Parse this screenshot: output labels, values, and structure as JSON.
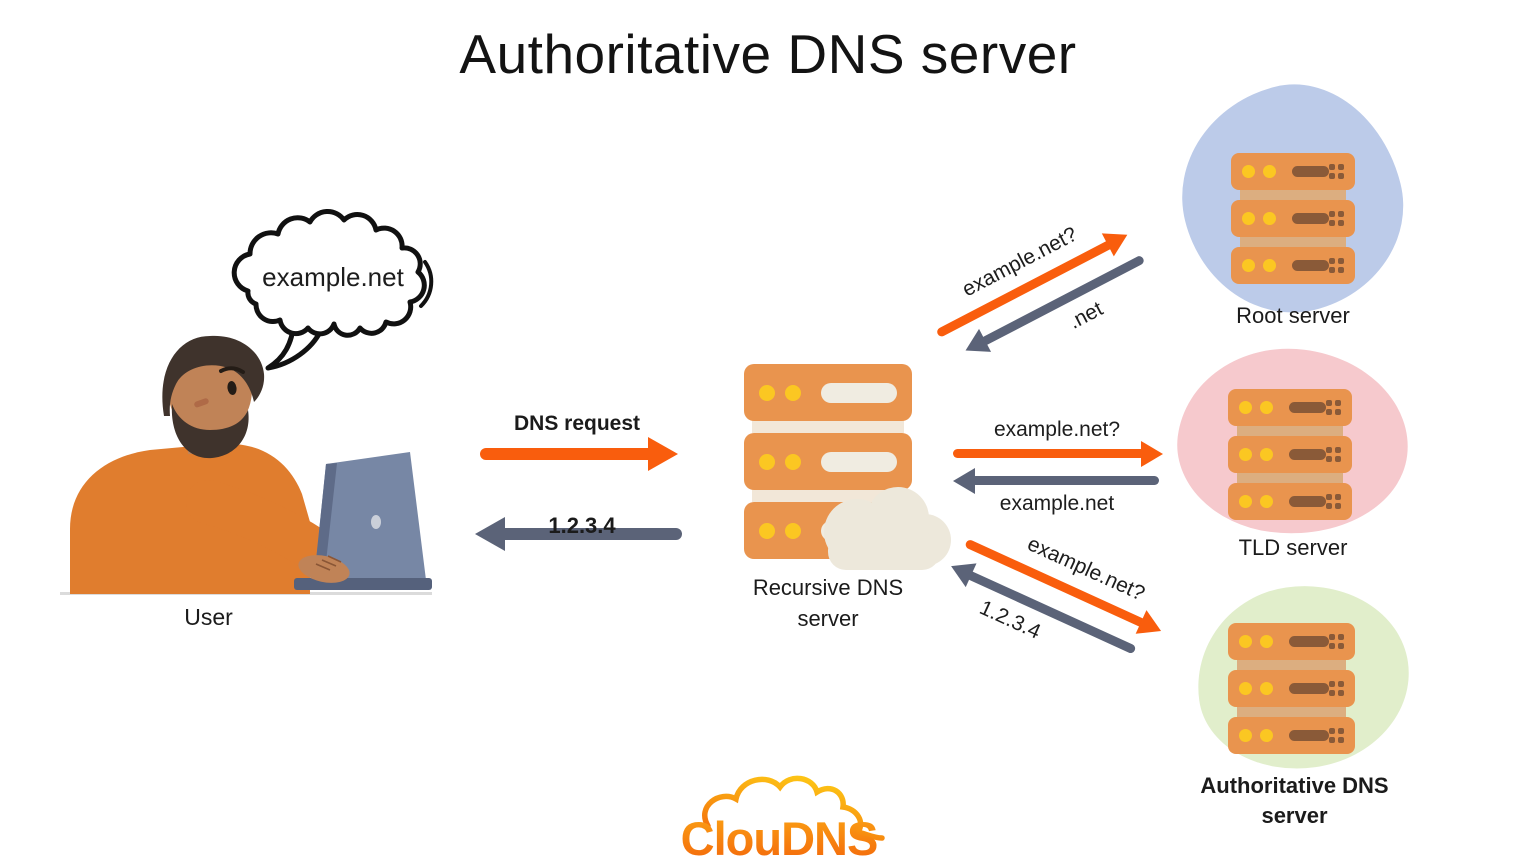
{
  "title": "Authoritative DNS server",
  "user": {
    "speech": "example.net",
    "label": "User"
  },
  "client_flow": {
    "request": "DNS request",
    "response": "1.2.3.4"
  },
  "recursive_server": {
    "label1": "Recursive DNS",
    "label2": "server"
  },
  "root_exchange": {
    "query": "example.net?",
    "response": ".net"
  },
  "root_server": {
    "label": "Root server"
  },
  "tld_exchange": {
    "query": "example.net?",
    "response": "example.net"
  },
  "tld_server": {
    "label": "TLD server"
  },
  "auth_exchange": {
    "query": "example.net?",
    "response": "1.2.3.4"
  },
  "auth_server": {
    "label1": "Authoritative DNS",
    "label2": "server"
  },
  "logo": {
    "text": "ClouDNS"
  },
  "colors": {
    "arrow_orange": "#F95D0D",
    "arrow_slate": "#5B6378",
    "server_orange": "#E9944E",
    "server_led_yellow": "#FBC722",
    "server_detail_brown": "#8A5A38",
    "blob_blue": "#BCCBE9",
    "blob_pink": "#F6C9CD",
    "blob_green": "#E1EECB",
    "logo_orange": "#F4680C",
    "sweater_orange": "#E07D2E",
    "laptop_slate": "#7787A5"
  }
}
